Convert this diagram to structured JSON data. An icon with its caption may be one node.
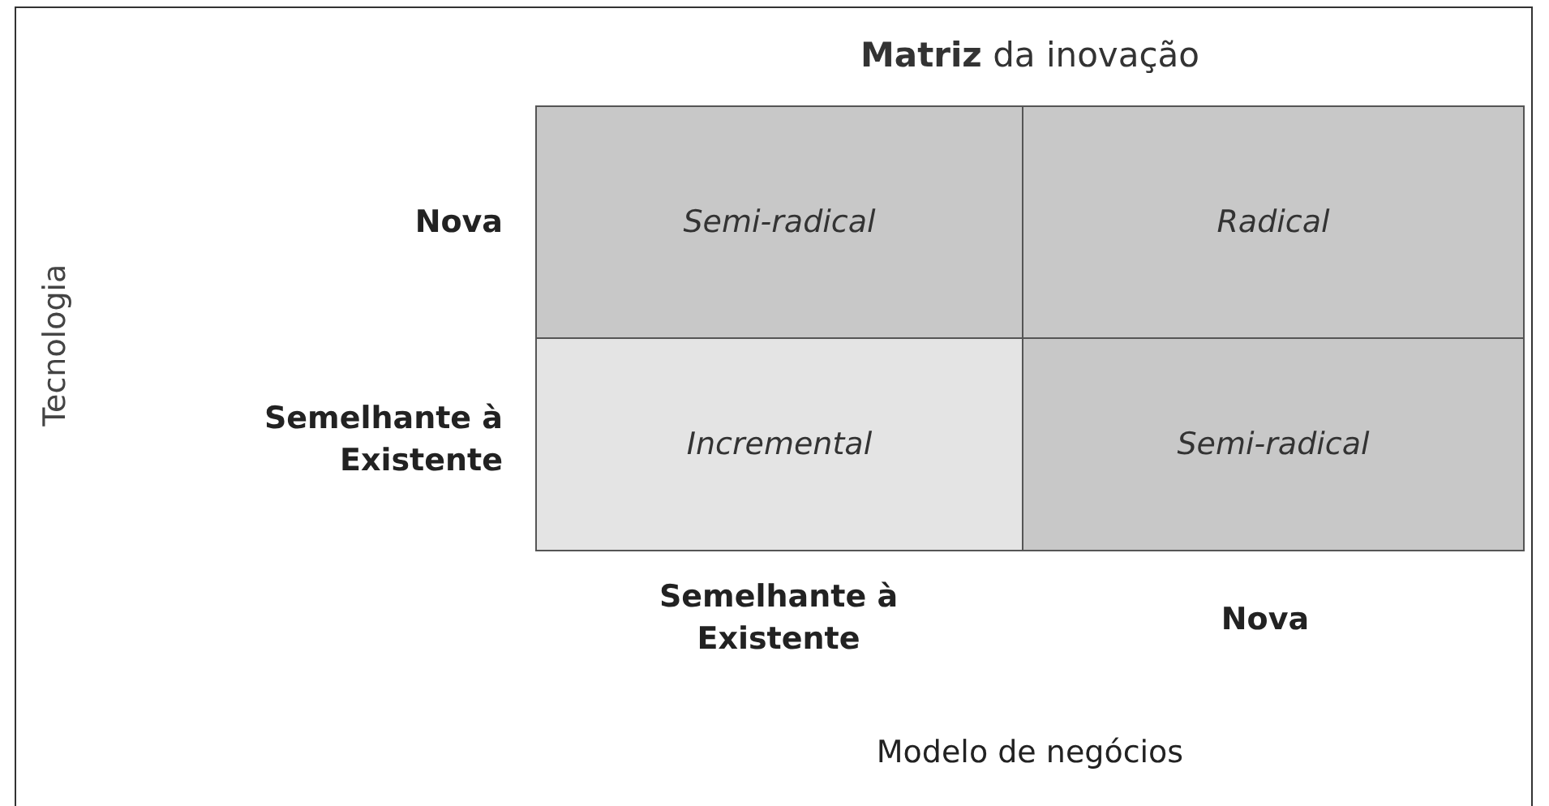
{
  "diagram": {
    "title": "**Matriz** da inovação",
    "nodes": [
      {
        "text": [
          "Semi-radical"
        ]
      },
      {
        "text": [
          "Radical"
        ]
      },
      {
        "text": [
          "Incremental"
        ]
      },
      {
        "text": [
          "Semi-radical"
        ]
      }
    ],
    "labels": [
      "Tecnologia",
      "Nova",
      "Semelhante à Existente",
      "Semelhante à Existente",
      "Nova",
      "Modelo de negócios"
    ]
  }
}
